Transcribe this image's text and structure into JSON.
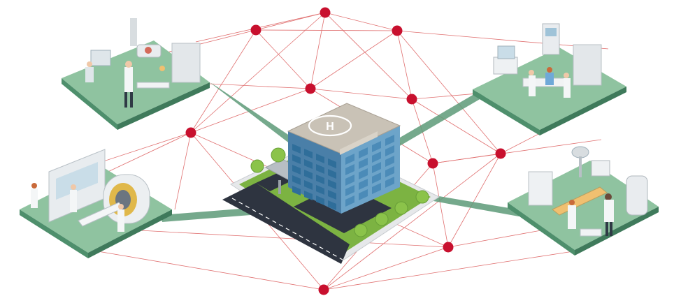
{
  "colors": {
    "network_line": "#e07070",
    "network_node": "#c8102e",
    "platform_top": "#8fc3a0",
    "platform_side": "#4e8f6c",
    "connector": "#5d9a78",
    "building_roof": "#c9c2b6",
    "building_wall_left": "#4a7fa8",
    "building_wall_right": "#6da4c9",
    "road": "#2e3440",
    "lawn": "#7cb342",
    "tree": "#8bc34a"
  },
  "helipad_letter": "H",
  "scenes": [
    {
      "id": "exam-room",
      "icon": "examination-room-icon"
    },
    {
      "id": "mri-room",
      "icon": "mri-scanner-icon"
    },
    {
      "id": "ultrasound-room",
      "icon": "ultrasound-room-icon"
    },
    {
      "id": "operating-room",
      "icon": "operating-room-icon"
    }
  ]
}
